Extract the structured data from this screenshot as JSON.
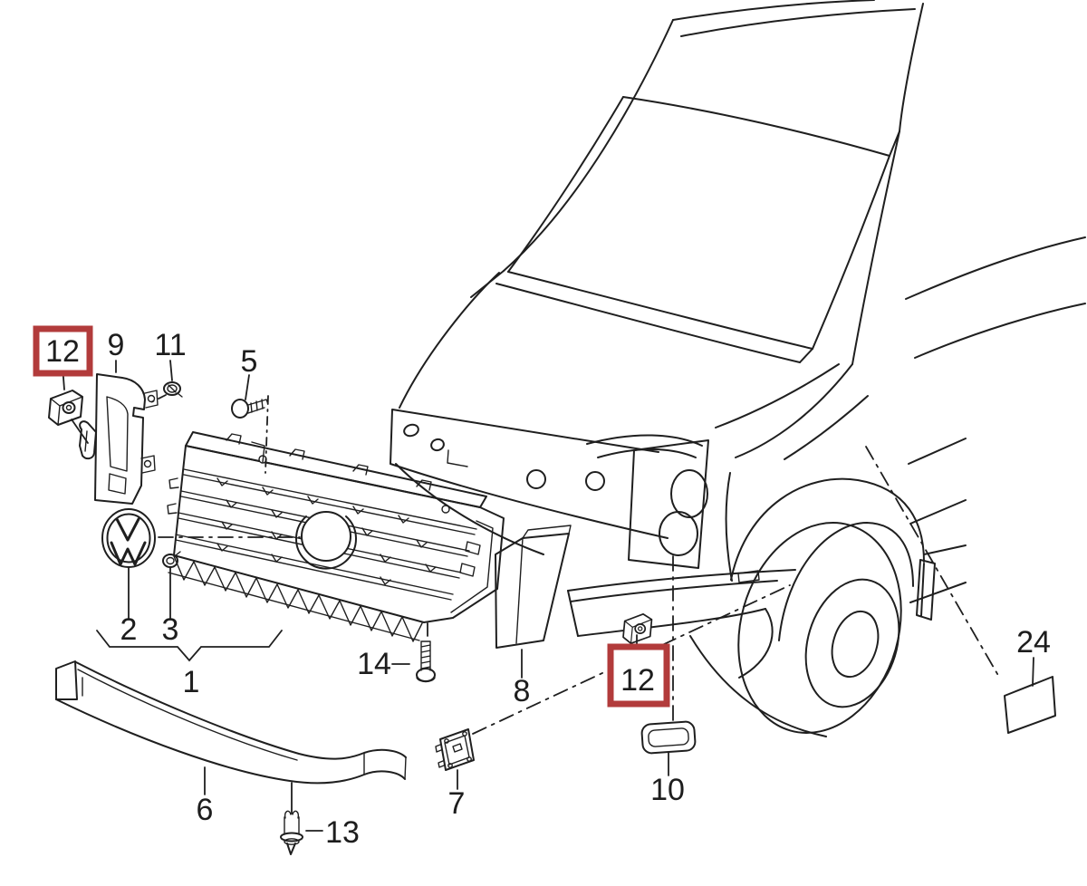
{
  "diagram": {
    "type": "exploded-parts-diagram",
    "subject": "Van front end: radiator grille, emblem, spoiler and mounting hardware",
    "background_color": "#ffffff",
    "line_color": "#1f1f1f",
    "highlight_color": "#b23b3b",
    "highlighted_part": "12",
    "callouts": [
      {
        "part": "12",
        "boxed": true,
        "location": "upper-left clip nut"
      },
      {
        "part": "9",
        "boxed": false,
        "location": "side bracket"
      },
      {
        "part": "11",
        "boxed": false,
        "location": "bracket screw"
      },
      {
        "part": "5",
        "boxed": false,
        "location": "grille screw"
      },
      {
        "part": "2",
        "boxed": false,
        "location": "VW emblem"
      },
      {
        "part": "3",
        "boxed": false,
        "location": "emblem grommet"
      },
      {
        "part": "1",
        "boxed": false,
        "location": "radiator grille assembly"
      },
      {
        "part": "14",
        "boxed": false,
        "location": "lower grille screw"
      },
      {
        "part": "8",
        "boxed": false,
        "location": "air deflector panel"
      },
      {
        "part": "12",
        "boxed": true,
        "location": "bumper clip nut"
      },
      {
        "part": "10",
        "boxed": false,
        "location": "bumper grommet"
      },
      {
        "part": "24",
        "boxed": false,
        "location": "information sticker"
      },
      {
        "part": "6",
        "boxed": false,
        "location": "front spoiler strip"
      },
      {
        "part": "13",
        "boxed": false,
        "location": "expanding rivet"
      },
      {
        "part": "7",
        "boxed": false,
        "location": "mounting plate"
      }
    ]
  }
}
